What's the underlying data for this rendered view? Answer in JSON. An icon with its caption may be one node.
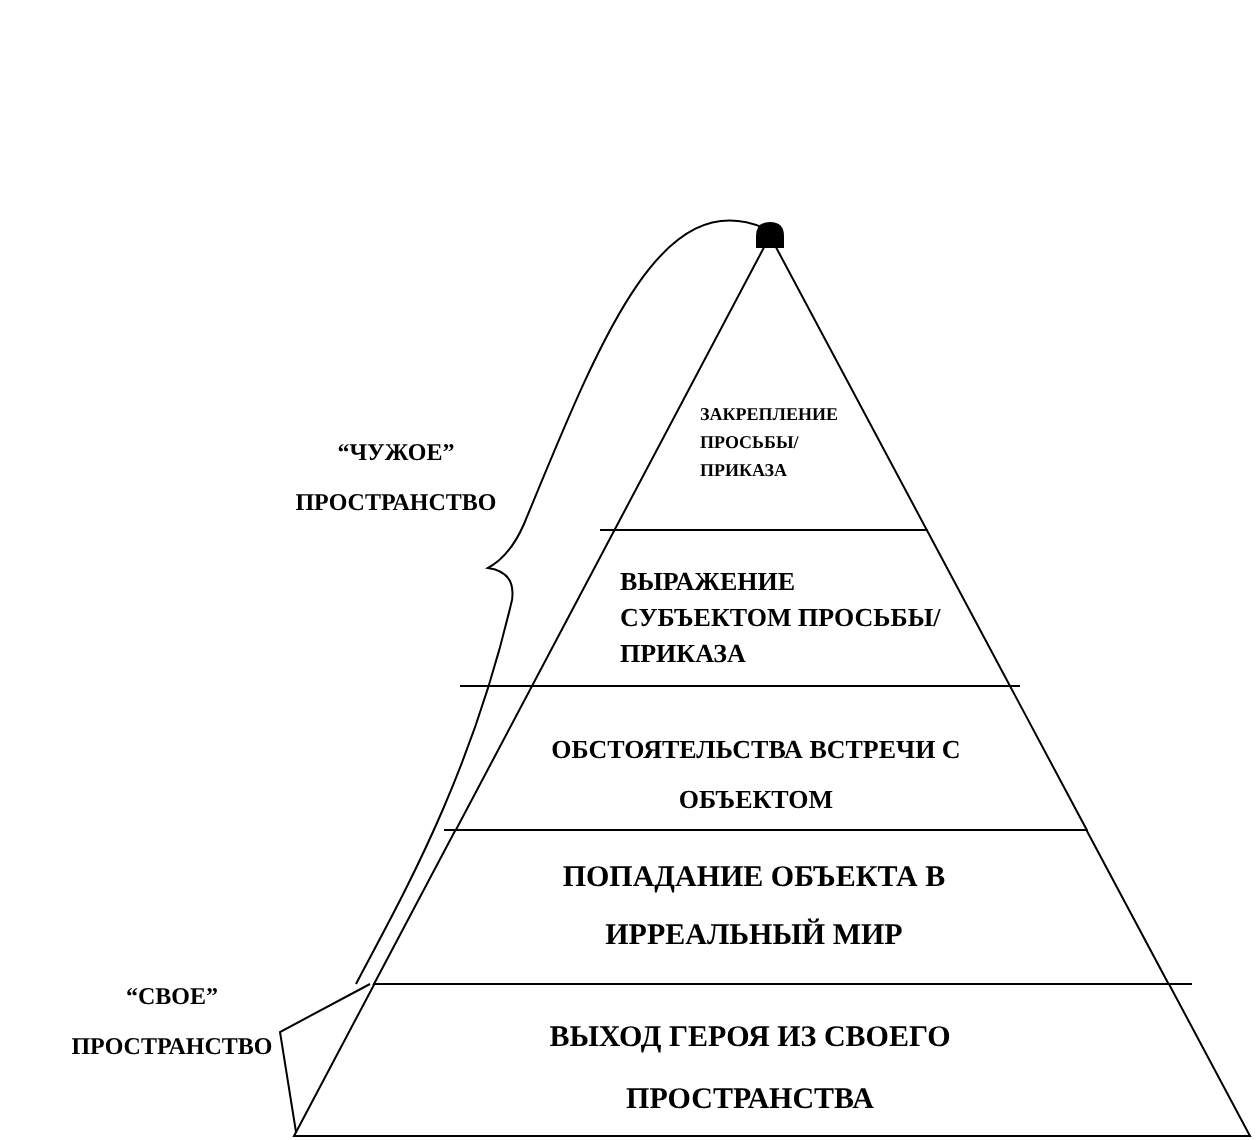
{
  "diagram": {
    "nodes": [
      {
        "text": [
          "ЗАКРЕПЛЕНИЕ ПРОСЬБЫ/ ПРИКАЗА"
        ]
      },
      {
        "text": [
          "ВЫРАЖЕНИЕ СУБЪЕКТОМ ПРОСЬБЫ/ ПРИКАЗА"
        ]
      },
      {
        "text": [
          "ОБСТОЯТЕЛЬСТВА ВСТРЕЧИ С ОБЪЕКТОМ"
        ]
      },
      {
        "text": [
          "ПОПАДАНИЕ ОБЪЕКТА В ИРРЕАЛЬНЫЙ МИР"
        ]
      },
      {
        "text": [
          "ВЫХОД ГЕРОЯ ИЗ СВОЕГО ПРОСТРАНСТВА"
        ]
      }
    ],
    "edges": [],
    "labels": [
      "“ЧУЖОЕ” ПРОСТРАНСТВО",
      "“СВОЕ” ПРОСТРАНСТВО"
    ]
  }
}
